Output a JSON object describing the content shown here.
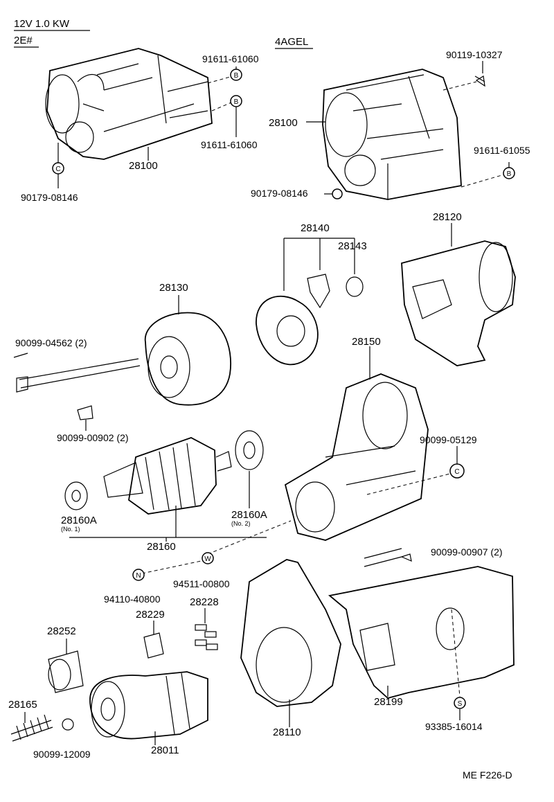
{
  "header": {
    "spec": "12V 1.0 KW",
    "variant_a": "2E#",
    "variant_b": "4AGEL"
  },
  "markers": {
    "B": "B",
    "C": "C",
    "S": "S",
    "N": "N",
    "W": "W"
  },
  "parts": {
    "p_91611_61060_top": "91611-61060",
    "p_91611_61060_bot": "91611-61060",
    "p_28100_left": "28100",
    "p_90179_08146_left": "90179-08146",
    "p_90119_10327": "90119-10327",
    "p_28100_right": "28100",
    "p_91611_61055": "91611-61055",
    "p_90179_08146_right": "90179-08146",
    "p_28140": "28140",
    "p_28143": "28143",
    "p_28120": "28120",
    "p_28130": "28130",
    "p_90099_04562": "90099-04562 (2)",
    "p_28150": "28150",
    "p_90099_00902": "90099-00902 (2)",
    "p_90099_05129": "90099-05129",
    "p_28160A_1": "28160A",
    "p_28160A_1_note": "(No. 1)",
    "p_28160A_2": "28160A",
    "p_28160A_2_note": "(No. 2)",
    "p_28160": "28160",
    "p_90099_00907": "90099-00907 (2)",
    "p_94511_00800": "94511-00800",
    "p_94110_40800": "94110-40800",
    "p_28229": "28229",
    "p_28228": "28228",
    "p_28252": "28252",
    "p_28165": "28165",
    "p_90099_12009": "90099-12009",
    "p_28011": "28011",
    "p_28110": "28110",
    "p_28199": "28199",
    "p_93385_16014": "93385-16014"
  },
  "footer": {
    "drawing_code": "ME F226-D"
  }
}
